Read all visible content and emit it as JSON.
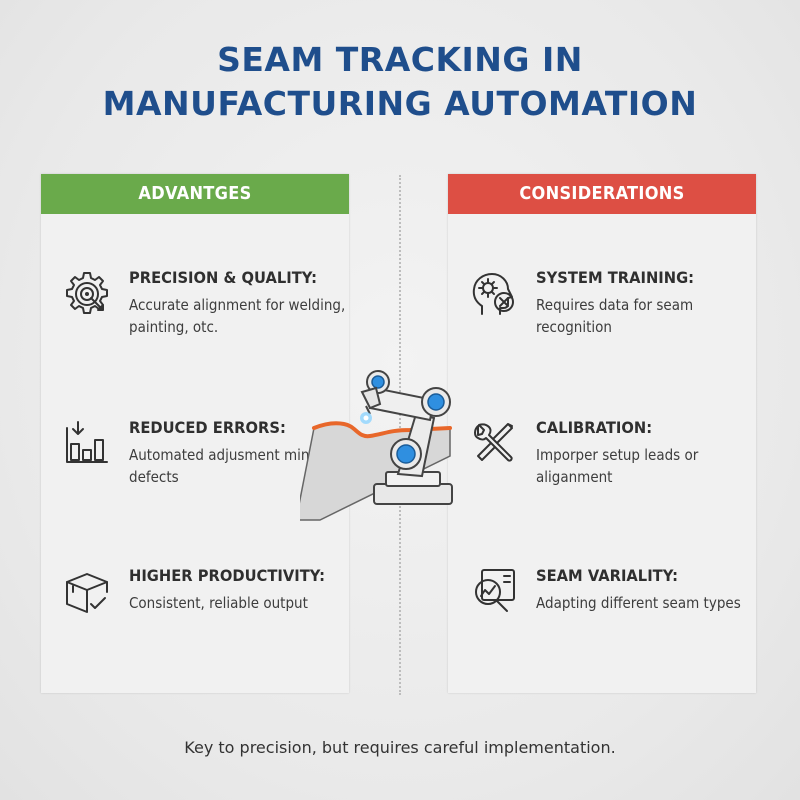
{
  "title": {
    "line1": "SEAM TRACKING IN",
    "line2": "MANUFACTURING AUTOMATION"
  },
  "advantages": {
    "header": "ADVANTGES",
    "items": [
      {
        "title": "PRECISION & QUALITY:",
        "desc": "Accurate alignment for welding, painting, otc.",
        "icon": "gear-target-icon"
      },
      {
        "title": "REDUCED ERRORS:",
        "desc": "Automated adjusment minimizes defects",
        "icon": "bar-chart-down-icon"
      },
      {
        "title": "HIGHER PRODUCTIVITY:",
        "desc": "Consistent, reliable output",
        "icon": "box-check-icon"
      }
    ]
  },
  "considerations": {
    "header": "CONSIDERATIONS",
    "items": [
      {
        "title": "SYSTEM TRAINING:",
        "desc": "Requires data for seam recognition",
        "icon": "head-gear-x-icon"
      },
      {
        "title": "CALIBRATION:",
        "desc": "Imporper setup leads or aliganment",
        "icon": "wrench-screwdriver-icon"
      },
      {
        "title": "SEAM VARIALITY:",
        "desc": "Adapting different seam types",
        "icon": "magnifier-chart-icon"
      }
    ]
  },
  "footer": "Key to precision, but requires careful implementation.",
  "colors": {
    "title": "#1f4e8c",
    "advantages": "#6aaa4b",
    "considerations": "#dd4f44",
    "robot_accent": "#2f8fe0",
    "seam": "#e8672a"
  }
}
